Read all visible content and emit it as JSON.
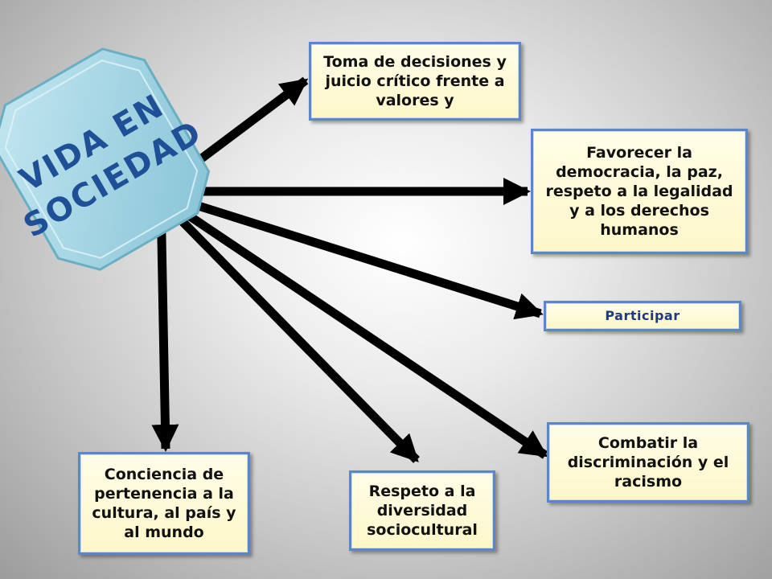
{
  "diagram": {
    "center_label": "VIDA EN SOCIEDAD",
    "center_lines": [
      "VIDA EN",
      "SOCIEDAD"
    ],
    "nodes": {
      "toma_decisiones": "Toma de decisiones y juicio crítico frente a valores y",
      "democracia": "Favorecer la democracia, la paz, respeto a la legalidad y a los derechos humanos",
      "participar": "Participar",
      "discriminacion": "Combatir la discriminación y el racismo",
      "diversidad": "Respeto a la diversidad sociocultural",
      "conciencia": "Conciencia de pertenencia a la cultura, al país y al mundo"
    }
  },
  "colors": {
    "badge_fill": "#9fd3e3",
    "badge_text": "#1e4f97",
    "box_fill": "#fdf9d4",
    "box_border": "#5d86c4",
    "arrow": "#000000"
  }
}
